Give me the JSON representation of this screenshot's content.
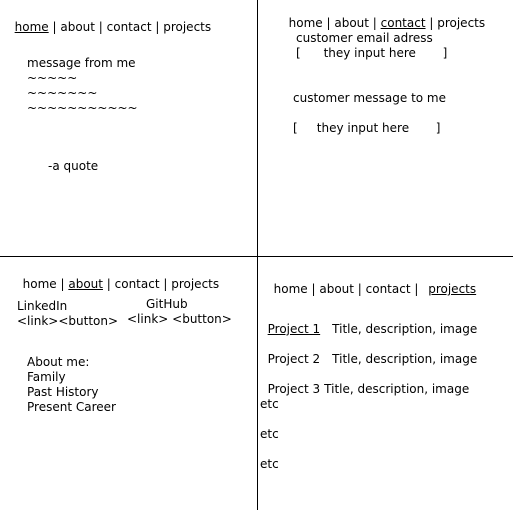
{
  "nav_separator": " | ",
  "nav_labels": [
    "home",
    "about",
    "contact",
    "projects"
  ],
  "home_panel": {
    "message_heading": "message from me",
    "squiggles": [
      "~~~~~",
      "~~~~~~~",
      "~~~~~~~~~~~"
    ],
    "quote": "-a quote"
  },
  "contact_panel": {
    "email_label": "customer email adress",
    "email_input": "[      they input here       ]",
    "message_label": "customer message to me",
    "message_input": "[     they input here       ]"
  },
  "about_panel": {
    "linkedin_title": "LinkedIn",
    "linkedin_buttons": "<link><button>",
    "github_title": "GitHub",
    "github_buttons": "<link> <button>",
    "about_heading": "About me:",
    "about_items": [
      "Family",
      "Past History",
      "Present Career"
    ]
  },
  "projects_panel": {
    "projects": [
      {
        "name": "Project 1",
        "details": "Title, description, image"
      },
      {
        "name": "Project 2",
        "details": "Title, description, image"
      },
      {
        "name": "Project 3",
        "details": "Title, description, image"
      }
    ],
    "etc_items": [
      "etc",
      "etc",
      "etc"
    ]
  }
}
